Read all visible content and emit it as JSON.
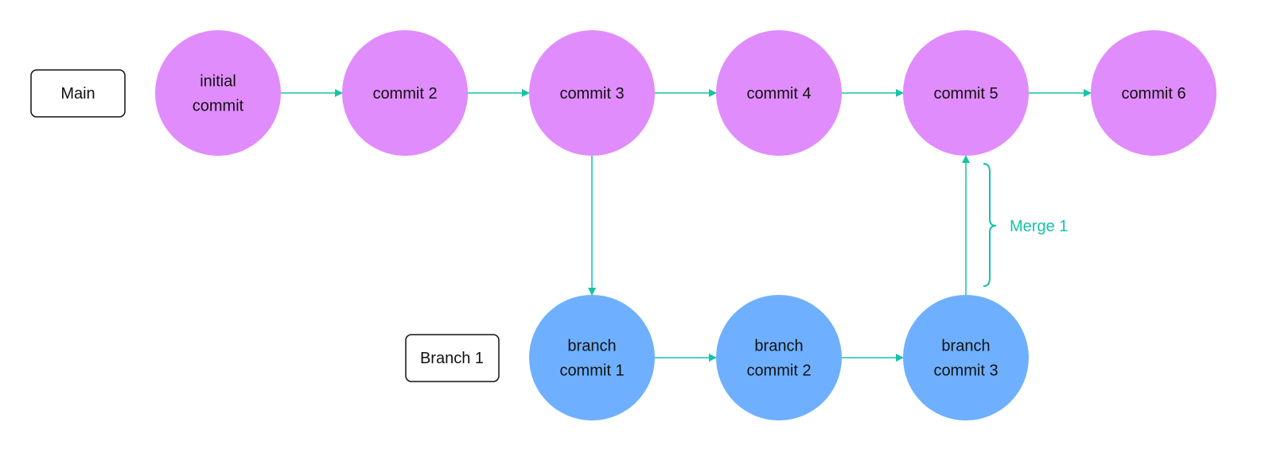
{
  "colors": {
    "main_node": "#E08CFC",
    "branch_node": "#6EB0FF",
    "edge": "#14C3A8",
    "merge_label": "#14C3A8",
    "text": "#111111"
  },
  "labels": {
    "main": "Main",
    "branch": "Branch 1"
  },
  "main_commits": [
    {
      "lines": [
        "initial",
        "commit"
      ]
    },
    {
      "lines": [
        "commit 2"
      ]
    },
    {
      "lines": [
        "commit 3"
      ]
    },
    {
      "lines": [
        "commit 4"
      ]
    },
    {
      "lines": [
        "commit 5"
      ]
    },
    {
      "lines": [
        "commit 6"
      ]
    }
  ],
  "branch_commits": [
    {
      "lines": [
        "branch",
        "commit 1"
      ]
    },
    {
      "lines": [
        "branch",
        "commit 2"
      ]
    },
    {
      "lines": [
        "branch",
        "commit 3"
      ]
    }
  ],
  "merge": {
    "label": "Merge 1"
  }
}
